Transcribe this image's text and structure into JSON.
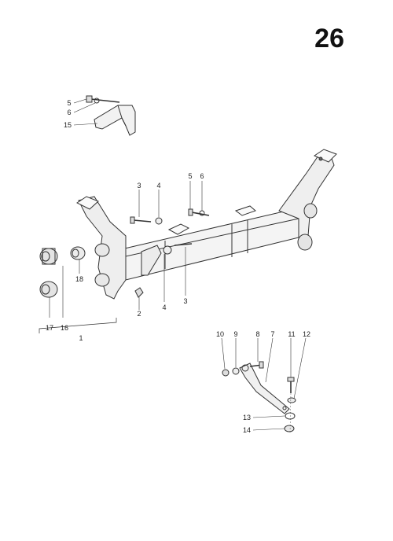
{
  "page_number": "26",
  "callouts": {
    "c1": "1",
    "c2": "2",
    "c3a": "3",
    "c3b": "3",
    "c4a": "4",
    "c4b": "4",
    "c5a": "5",
    "c5b": "5",
    "c6a": "6",
    "c6b": "6",
    "c7": "7",
    "c8": "8",
    "c9": "9",
    "c10": "10",
    "c11": "11",
    "c12": "12",
    "c13": "13",
    "c14": "14",
    "c15": "15",
    "c16": "16",
    "c17": "17",
    "c18": "18"
  }
}
